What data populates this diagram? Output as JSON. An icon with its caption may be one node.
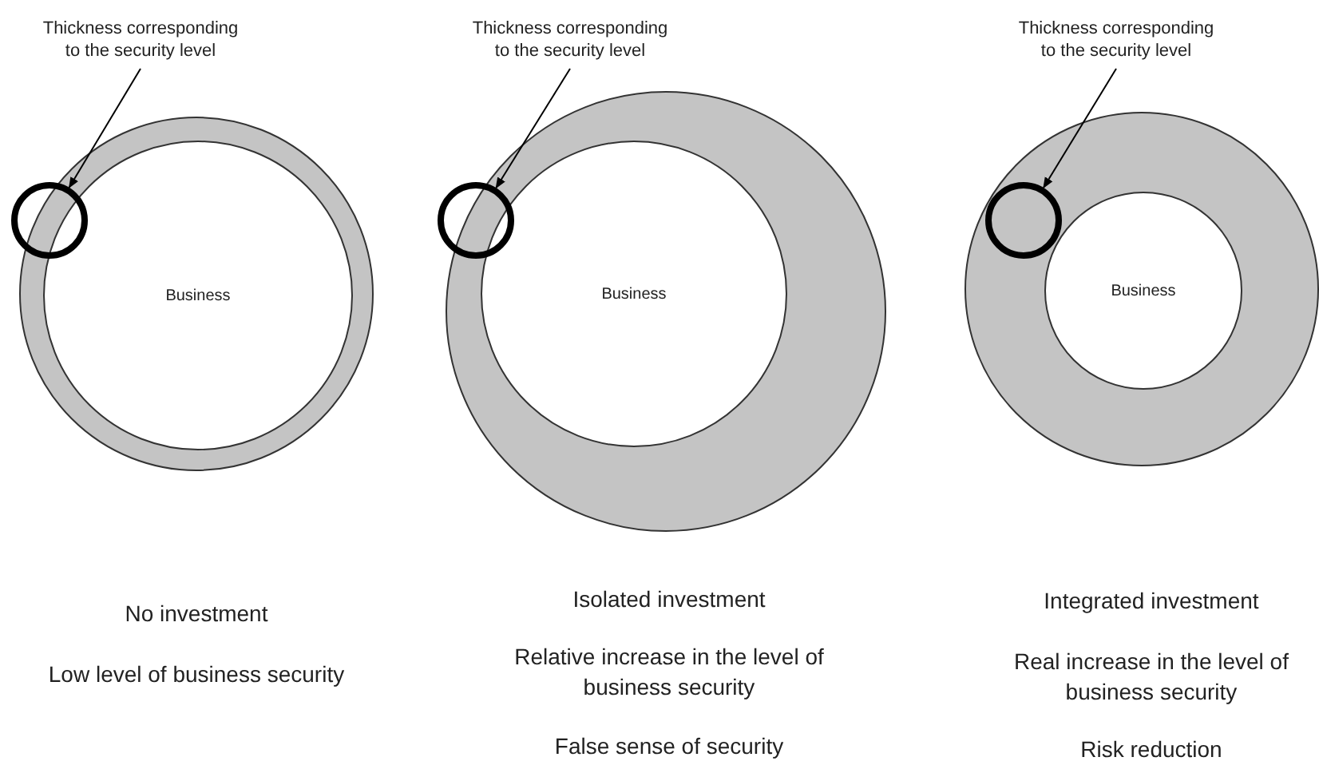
{
  "diagram": {
    "nodes": [
      {
        "text": [
          "Thickness corresponding to the security level"
        ]
      },
      {
        "text": [],
        "shape": "circle"
      },
      {
        "text": [],
        "shape": "circle"
      },
      {
        "text": [
          "Business"
        ],
        "in": 2
      },
      {
        "text": [
          "Thickness corresponding to the security level"
        ]
      },
      {
        "text": [],
        "shape": "circle"
      },
      {
        "text": [],
        "shape": "circle"
      },
      {
        "text": [
          "Business"
        ],
        "in": 6
      },
      {
        "text": [
          "Thickness corresponding to the security level"
        ]
      },
      {
        "text": [],
        "shape": "circle"
      },
      {
        "text": [],
        "shape": "circle",
        "in": 9
      },
      {
        "text": [
          "Business"
        ],
        "in": 9
      }
    ],
    "edges": [
      {
        "from": 0,
        "to": 1,
        "arrow": "to"
      },
      {
        "from": 4,
        "to": 5,
        "arrow": "to"
      },
      {
        "from": 8,
        "to": 10,
        "arrow": "to"
      }
    ],
    "labels": [
      "No investment",
      "Isolated investment",
      "Integrated investment",
      "Low level of business security",
      "Relative increase in the level of business security",
      "Real increase in the level of business security",
      "False sense of security",
      "Risk reduction"
    ]
  }
}
